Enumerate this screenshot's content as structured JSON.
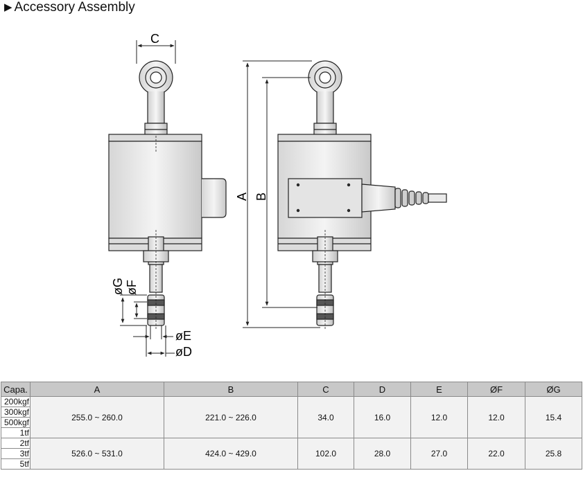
{
  "title": "Accessory Assembly",
  "title_marker": "▶",
  "dimension_labels": {
    "A": "A",
    "B": "B",
    "C": "C",
    "D": "øD",
    "E": "øE",
    "F": "øF",
    "G": "øG"
  },
  "table": {
    "headers": [
      "Capa.",
      "A",
      "B",
      "C",
      "D",
      "E",
      "ØF",
      "ØG"
    ],
    "groups": [
      {
        "capacities": [
          "200kgf",
          "300kgf",
          "500kgf",
          "1tf"
        ],
        "A": "255.0 ~ 260.0",
        "B": "221.0 ~ 226.0",
        "C": "34.0",
        "D": "16.0",
        "E": "12.0",
        "F": "12.0",
        "G": "15.4"
      },
      {
        "capacities": [
          "2tf",
          "3tf",
          "5tf"
        ],
        "A": "526.0 ~ 531.0",
        "B": "424.0 ~ 429.0",
        "C": "102.0",
        "D": "28.0",
        "E": "27.0",
        "F": "22.0",
        "G": "25.8"
      }
    ]
  }
}
